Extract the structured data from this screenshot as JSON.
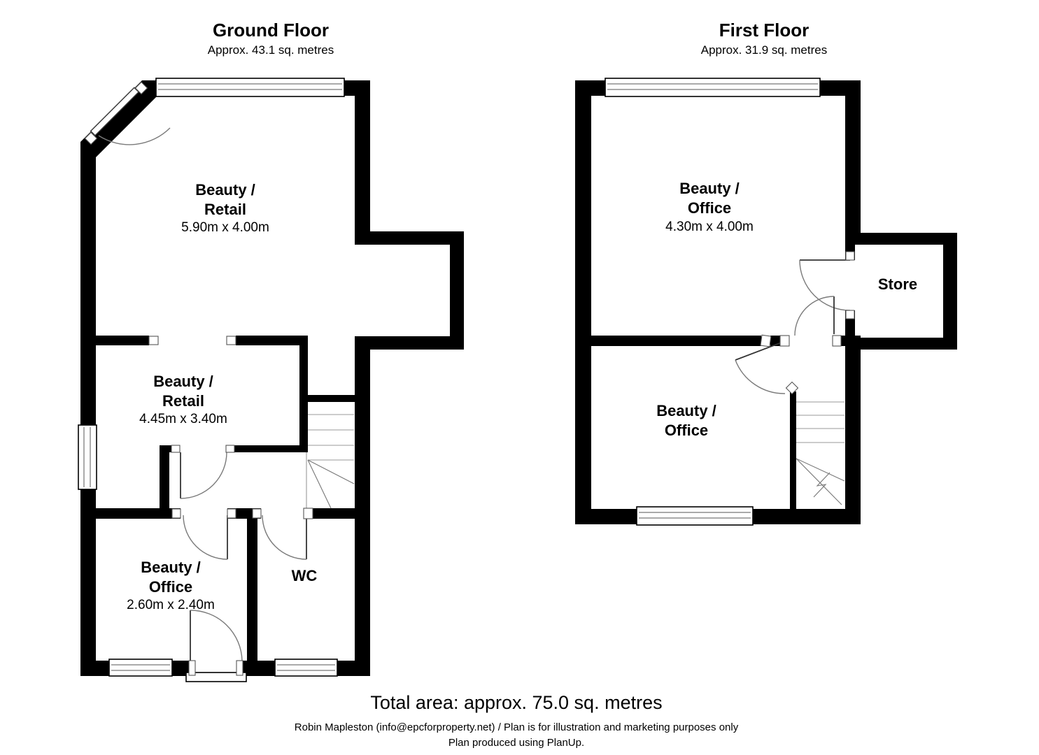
{
  "colors": {
    "wall": "#000000",
    "background": "#ffffff",
    "door_arc": "#7a7a7a"
  },
  "ground_floor": {
    "title": "Ground Floor",
    "area": "Approx. 43.1 sq. metres",
    "rooms": {
      "retail_front": {
        "line1": "Beauty /",
        "line2": "Retail",
        "dims": "5.90m x 4.00m"
      },
      "retail_back": {
        "line1": "Beauty /",
        "line2": "Retail",
        "dims": "4.45m x 3.40m"
      },
      "office": {
        "line1": "Beauty /",
        "line2": "Office",
        "dims": "2.60m x 2.40m"
      },
      "wc": {
        "label": "WC"
      }
    }
  },
  "first_floor": {
    "title": "First Floor",
    "area": "Approx. 31.9 sq. metres",
    "rooms": {
      "office_front": {
        "line1": "Beauty /",
        "line2": "Office",
        "dims": "4.30m x 4.00m"
      },
      "store": {
        "label": "Store"
      },
      "office_back": {
        "line1": "Beauty /",
        "line2": "Office"
      }
    }
  },
  "footer": {
    "total_area": "Total area: approx. 75.0 sq. metres",
    "credit": "Robin Mapleston (info@epcforproperty.net) / Plan is for illustration and marketing purposes only",
    "produced_with": "Plan produced using PlanUp."
  }
}
